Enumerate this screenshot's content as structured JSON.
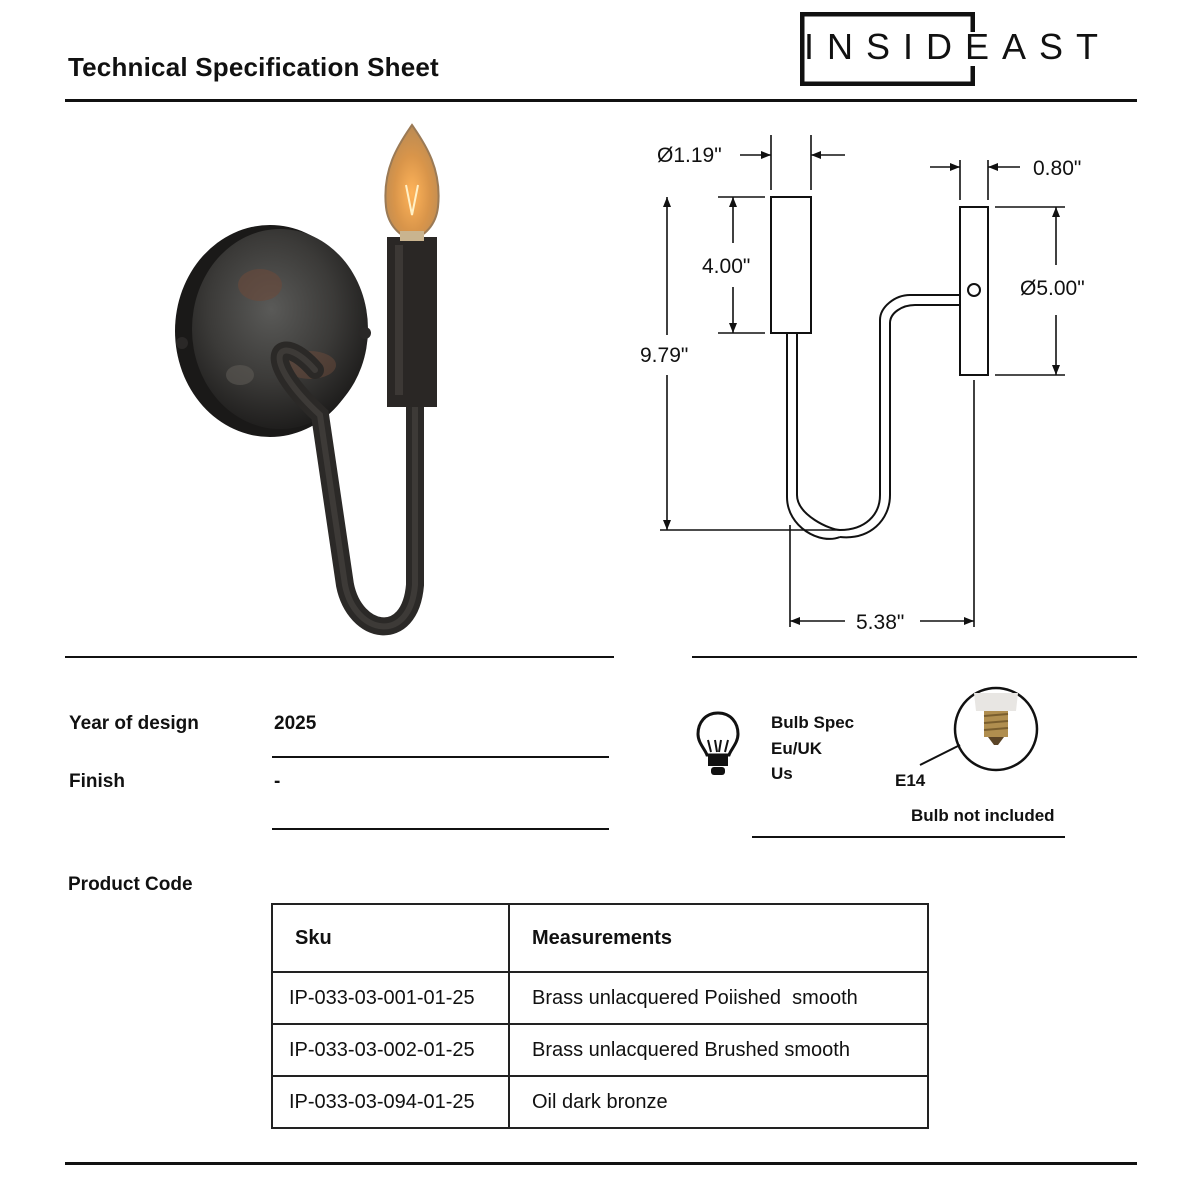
{
  "header": {
    "title": "Technical Specification Sheet",
    "brand": "INSIDEAST"
  },
  "drawing": {
    "dim_tube_diameter": "Ø1.19\"",
    "dim_plate_depth": "0.80\"",
    "dim_candle_height": "4.00\"",
    "dim_total_height": "9.79\"",
    "dim_plate_diameter": "Ø5.00\"",
    "dim_depth": "5.38\""
  },
  "specs": {
    "year_label": "Year of design",
    "year_value": "2025",
    "finish_label": "Finish",
    "finish_value": "-"
  },
  "bulb": {
    "spec_label": "Bulb Spec",
    "region_1": "Eu/UK",
    "region_2": "Us",
    "socket": "E14",
    "note": "Bulb not included"
  },
  "product": {
    "section_label": "Product Code",
    "columns": [
      "Sku",
      "Measurements"
    ],
    "rows": [
      {
        "sku": "IP-033-03-001-01-25",
        "measurement": "Brass unlacquered Poiished  smooth"
      },
      {
        "sku": "IP-033-03-002-01-25",
        "measurement": "Brass unlacquered Brushed smooth"
      },
      {
        "sku": "IP-033-03-094-01-25",
        "measurement": "Oil dark bronze"
      }
    ]
  }
}
